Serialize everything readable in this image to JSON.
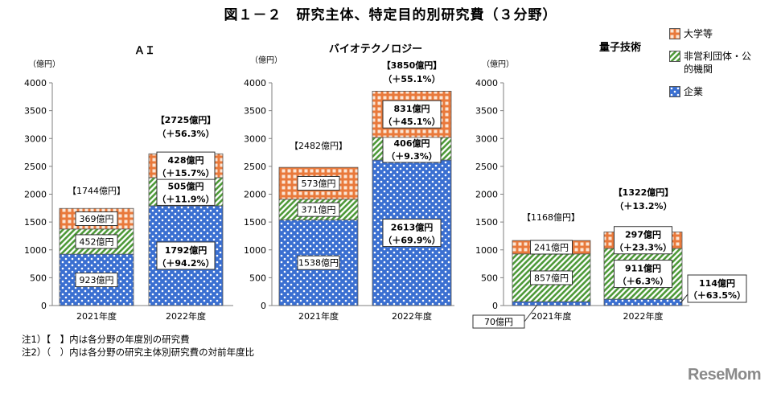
{
  "title": "図１－２　研究主体、特定目的別研究費（３分野）",
  "legend": [
    {
      "key": "univ",
      "label": "大学等"
    },
    {
      "key": "npo",
      "label": "非営利団体・公的機関"
    },
    {
      "key": "corp",
      "label": "企業"
    }
  ],
  "colors": {
    "univ": "#e9793b",
    "npo": "#4f9a3a",
    "corp": "#3a6fd1",
    "axis": "#7f7f7f"
  },
  "notes": [
    "注1）【　】内は各分野の年度別の研究費",
    "注2）（　）内は各分野の研究主体別研究費の対前年度比"
  ],
  "brand": "ReseMom",
  "chart_data": [
    {
      "type": "bar",
      "stacked": true,
      "title": "ＡＩ",
      "ylabel": "（億円）",
      "ylim": [
        0,
        4000
      ],
      "yticks": [
        0,
        500,
        1000,
        1500,
        2000,
        2500,
        3000,
        3500,
        4000
      ],
      "categories": [
        "2021年度",
        "2022年度"
      ],
      "totals": [
        "【1744億円】",
        "【2725億円】"
      ],
      "total_growth": [
        "",
        "（＋56.3%）"
      ],
      "series": [
        {
          "key": "corp",
          "name": "企業",
          "values": [
            923,
            1792
          ],
          "labels": [
            "923億円",
            "1792億円"
          ],
          "growth": [
            "",
            "（＋94.2%）"
          ]
        },
        {
          "key": "npo",
          "name": "非営利団体・公的機関",
          "values": [
            452,
            505
          ],
          "labels": [
            "452億円",
            "505億円"
          ],
          "growth": [
            "",
            "（＋11.9%）"
          ]
        },
        {
          "key": "univ",
          "name": "大学等",
          "values": [
            369,
            428
          ],
          "labels": [
            "369億円",
            "428億円"
          ],
          "growth": [
            "",
            "（＋15.7%）"
          ]
        }
      ]
    },
    {
      "type": "bar",
      "stacked": true,
      "title": "バイオテクノロジー",
      "ylabel": "（億円）",
      "ylim": [
        0,
        4000
      ],
      "yticks": [
        0,
        500,
        1000,
        1500,
        2000,
        2500,
        3000,
        3500,
        4000
      ],
      "categories": [
        "2021年度",
        "2022年度"
      ],
      "totals": [
        "【2482億円】",
        "【3850億円】"
      ],
      "total_growth": [
        "",
        "（＋55.1%）"
      ],
      "series": [
        {
          "key": "corp",
          "name": "企業",
          "values": [
            1538,
            2613
          ],
          "labels": [
            "1538億円",
            "2613億円"
          ],
          "growth": [
            "",
            "（＋69.9%）"
          ]
        },
        {
          "key": "npo",
          "name": "非営利団体・公的機関",
          "values": [
            371,
            406
          ],
          "labels": [
            "371億円",
            "406億円"
          ],
          "growth": [
            "",
            "（＋9.3%）"
          ]
        },
        {
          "key": "univ",
          "name": "大学等",
          "values": [
            573,
            831
          ],
          "labels": [
            "573億円",
            "831億円"
          ],
          "growth": [
            "",
            "（＋45.1%）"
          ]
        }
      ]
    },
    {
      "type": "bar",
      "stacked": true,
      "title": "量子技術",
      "ylabel": "（億円）",
      "ylim": [
        0,
        4000
      ],
      "yticks": [
        0,
        500,
        1000,
        1500,
        2000,
        2500,
        3000,
        3500,
        4000
      ],
      "categories": [
        "2021年度",
        "2022年度"
      ],
      "totals": [
        "【1168億円】",
        "【1322億円】"
      ],
      "total_growth": [
        "",
        "（＋13.2%）"
      ],
      "series": [
        {
          "key": "corp",
          "name": "企業",
          "values": [
            70,
            114
          ],
          "labels": [
            "70億円",
            "114億円"
          ],
          "growth": [
            "",
            "（＋63.5%）"
          ]
        },
        {
          "key": "npo",
          "name": "非営利団体・公的機関",
          "values": [
            857,
            911
          ],
          "labels": [
            "857億円",
            "911億円"
          ],
          "growth": [
            "",
            "（＋6.3%）"
          ]
        },
        {
          "key": "univ",
          "name": "大学等",
          "values": [
            241,
            297
          ],
          "labels": [
            "241億円",
            "297億円"
          ],
          "growth": [
            "",
            "（＋23.3%）"
          ]
        }
      ]
    }
  ]
}
